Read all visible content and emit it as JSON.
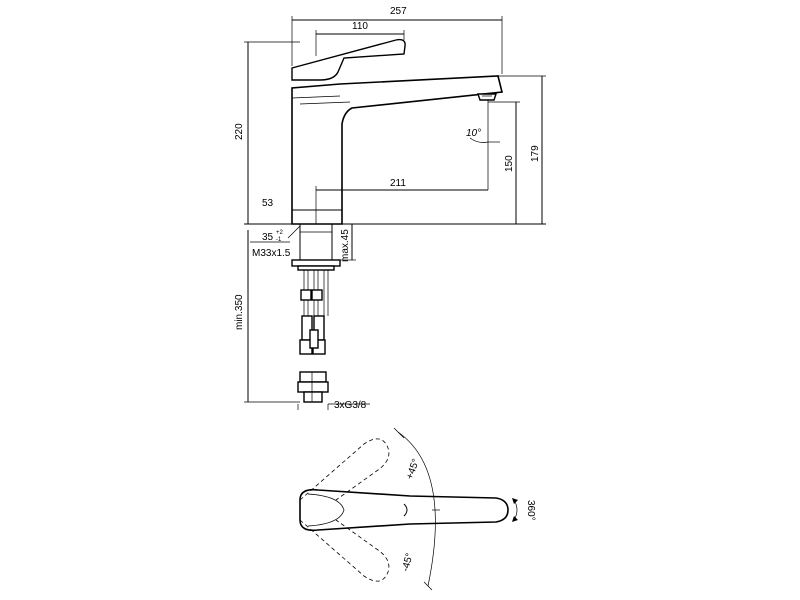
{
  "dimensions": {
    "overall_length": "257",
    "lever_length": "110",
    "total_height": "220",
    "spout_reach": "211",
    "body_width": "53",
    "spout_height_150": "150",
    "spout_height_179": "179",
    "spout_angle": "10°",
    "hole_diameter": "35",
    "hole_tolerance_plus": "+2",
    "hole_tolerance_minus": "-1",
    "thread": "M33x1.5",
    "max_deck": "max.45",
    "min_hose": "min.350",
    "connections": "3xG3/8",
    "rotate_plus": "+45°",
    "rotate_minus": "-45°",
    "swivel": "360°"
  }
}
